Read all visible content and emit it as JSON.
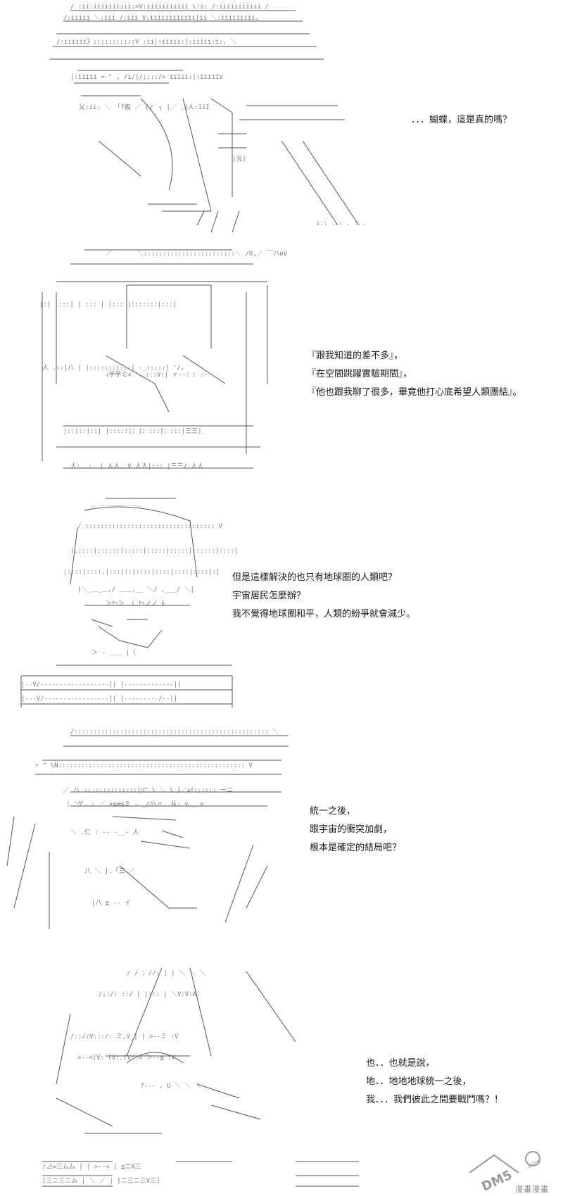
{
  "panels": [
    {
      "id": "panel-1",
      "lines": [
        "．．．蝴蝶，這是真的嗎？"
      ]
    },
    {
      "id": "panel-2",
      "lines": [
        "『跟我知道的差不多』，",
        "『在空間跳躍實驗期間』，",
        "『他也跟我聊了很多，畢竟他打心底希望人類團結』。"
      ]
    },
    {
      "id": "panel-3",
      "lines": [
        "但是這樣解決的也只有地球圈的人類吧？",
        "宇宙居民怎麼辦？",
        "我不覺得地球圈和平，人類的紛爭就會減少。"
      ]
    },
    {
      "id": "panel-4",
      "lines": [
        "統一之後，",
        "跟宇宙的衝突加劇，",
        "根本是確定的結局吧？"
      ]
    },
    {
      "id": "panel-5",
      "lines": [
        "也．．也就是說，",
        "地．．地地地球統一之後，",
        "我．．．我們彼此之間要戰鬥嗎？！"
      ]
    }
  ],
  "watermark": {
    "logo": "DM5",
    "site": "漫畫漫畫",
    "url_text": ".com"
  },
  "colors": {
    "art": "#555555",
    "text": "#1a1a1a",
    "watermark": "#9a9a9a"
  }
}
